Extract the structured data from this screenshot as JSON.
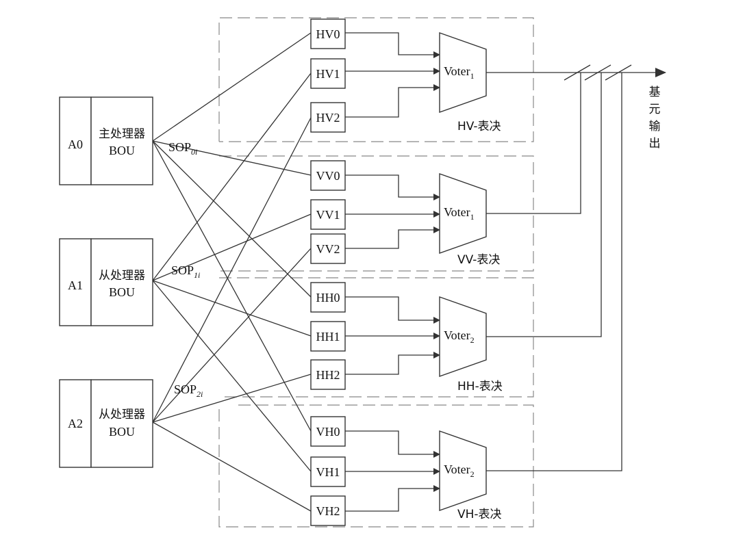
{
  "processors": [
    {
      "id": "A0",
      "name": "主处理器",
      "sub": "BOU"
    },
    {
      "id": "A1",
      "name": "从处理器",
      "sub": "BOU"
    },
    {
      "id": "A2",
      "name": "从处理器",
      "sub": "BOU"
    }
  ],
  "sop_labels": [
    {
      "base": "SOP",
      "sub": "0i"
    },
    {
      "base": "SOP",
      "sub": "1i"
    },
    {
      "base": "SOP",
      "sub": "2i"
    }
  ],
  "groups": [
    {
      "inputs": [
        "HV0",
        "HV1",
        "HV2"
      ],
      "voter": "Voter",
      "voter_sub": "1",
      "label": "HV-表决"
    },
    {
      "inputs": [
        "VV0",
        "VV1",
        "VV2"
      ],
      "voter": "Voter",
      "voter_sub": "1",
      "label": "VV-表决"
    },
    {
      "inputs": [
        "HH0",
        "HH1",
        "HH2"
      ],
      "voter": "Voter",
      "voter_sub": "2",
      "label": "HH-表决"
    },
    {
      "inputs": [
        "VH0",
        "VH1",
        "VH2"
      ],
      "voter": "Voter",
      "voter_sub": "2",
      "label": "VH-表决"
    }
  ],
  "output_label": [
    "基",
    "元",
    "输",
    "出"
  ]
}
